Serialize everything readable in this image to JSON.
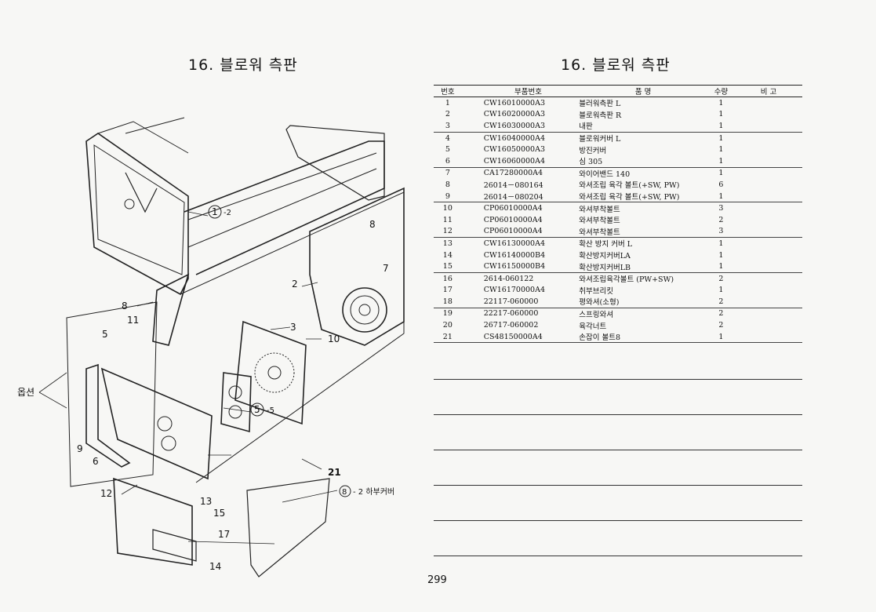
{
  "page": {
    "title_left": "16. 블로워 측판",
    "title_right": "16. 블로워 측판",
    "page_number": "299"
  },
  "diagram": {
    "callouts": [
      "1",
      "-2",
      "2",
      "3",
      "5",
      "-5",
      "6",
      "7",
      "8",
      "8",
      "9",
      "10",
      "11",
      "12",
      "13",
      "14",
      "15",
      "17",
      "21",
      "8",
      "- 2 하부커버"
    ],
    "option_label": "옵션"
  },
  "table": {
    "headers": [
      "번호",
      "부품번호",
      "품    명",
      "수량",
      "비  고"
    ],
    "rows": [
      {
        "no": "1",
        "code": "CW16010000A3",
        "name": "블러워측판 L",
        "qty": "1",
        "remark": ""
      },
      {
        "no": "2",
        "code": "CW16020000A3",
        "name": "블로워측판 R",
        "qty": "1",
        "remark": ""
      },
      {
        "no": "3",
        "code": "CW16030000A3",
        "name": "내판",
        "qty": "1",
        "remark": ""
      },
      {
        "no": "4",
        "code": "CW16040000A4",
        "name": "블로워커버 L",
        "qty": "1",
        "remark": ""
      },
      {
        "no": "5",
        "code": "CW16050000A3",
        "name": "방진커버",
        "qty": "1",
        "remark": ""
      },
      {
        "no": "6",
        "code": "CW16060000A4",
        "name": "심 305",
        "qty": "1",
        "remark": ""
      },
      {
        "no": "7",
        "code": "CA17280000A4",
        "name": "와이어밴드 140",
        "qty": "1",
        "remark": ""
      },
      {
        "no": "8",
        "code": "26014－080164",
        "name": "와셔조립 육각 볼트(+SW, PW)",
        "qty": "6",
        "remark": ""
      },
      {
        "no": "9",
        "code": "26014－080204",
        "name": "와셔조립 육각 볼트(+SW, PW)",
        "qty": "1",
        "remark": ""
      },
      {
        "no": "10",
        "code": "CP06010000A4",
        "name": "와셔부착볼트",
        "qty": "3",
        "remark": ""
      },
      {
        "no": "11",
        "code": "CP06010000A4",
        "name": "와셔부착볼트",
        "qty": "2",
        "remark": ""
      },
      {
        "no": "12",
        "code": "CP06010000A4",
        "name": "와셔부착볼트",
        "qty": "3",
        "remark": ""
      },
      {
        "no": "13",
        "code": "CW16130000A4",
        "name": "확산 방지 커버 L",
        "qty": "1",
        "remark": ""
      },
      {
        "no": "14",
        "code": "CW16140000B4",
        "name": "확산방지커버LA",
        "qty": "1",
        "remark": ""
      },
      {
        "no": "15",
        "code": "CW16150000B4",
        "name": "확산방지커버LB",
        "qty": "1",
        "remark": ""
      },
      {
        "no": "16",
        "code": "2614-060122",
        "name": "와셔조립육각볼트 (PW+SW)",
        "qty": "2",
        "remark": ""
      },
      {
        "no": "17",
        "code": "CW16170000A4",
        "name": "취부브리킷",
        "qty": "1",
        "remark": ""
      },
      {
        "no": "18",
        "code": "22117-060000",
        "name": "평와셔(소형)",
        "qty": "2",
        "remark": ""
      },
      {
        "no": "19",
        "code": "22217-060000",
        "name": "스프링와셔",
        "qty": "2",
        "remark": ""
      },
      {
        "no": "20",
        "code": "26717-060002",
        "name": "육각너트",
        "qty": "2",
        "remark": ""
      },
      {
        "no": "21",
        "code": "CS48150000A4",
        "name": "손잡이 볼트8",
        "qty": "1",
        "remark": ""
      }
    ]
  }
}
